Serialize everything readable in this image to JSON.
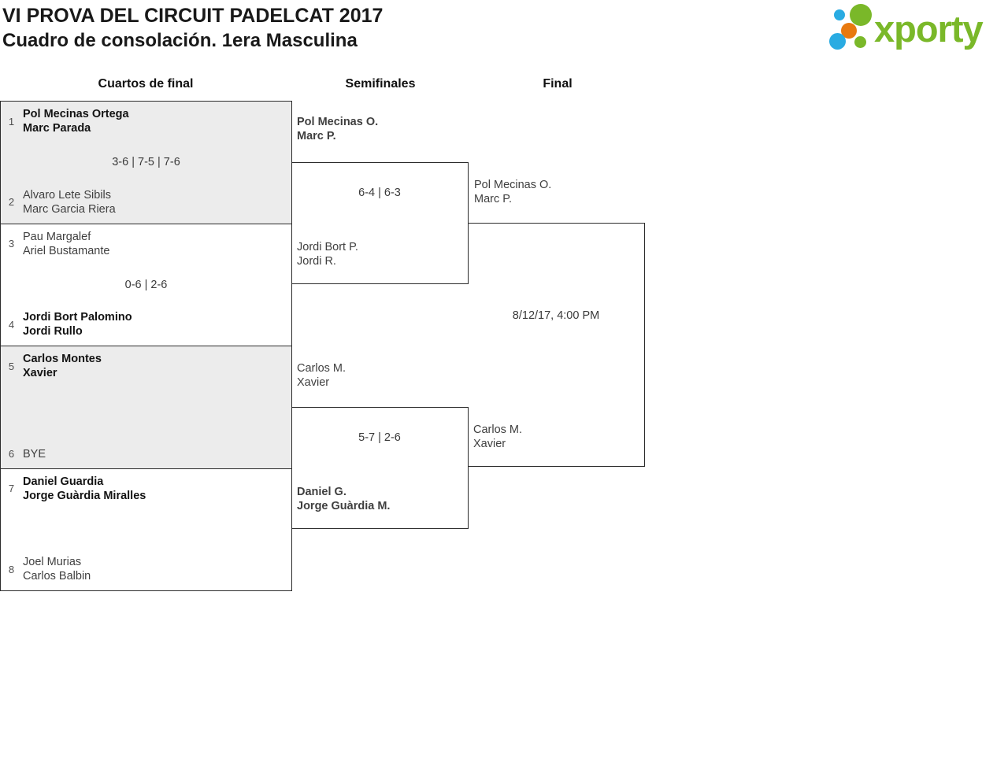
{
  "header": {
    "title_line1": "VI PROVA DEL CIRCUIT PADELCAT 2017",
    "title_line2": "Cuadro de consolación. 1era Masculina",
    "logo": {
      "text": "xporty",
      "green": "#7ab829",
      "blue": "#29abe2",
      "orange": "#e8790f"
    }
  },
  "round_headers": {
    "quarterfinals": "Cuartos de final",
    "semifinals": "Semifinales",
    "final": "Final"
  },
  "quarterfinals": [
    {
      "seed_top": "1",
      "team_top_line1": "Pol Mecinas Ortega",
      "team_top_line2": "Marc Parada",
      "top_winner": true,
      "score": "3-6 | 7-5 | 7-6",
      "seed_bottom": "2",
      "team_bottom_line1": "Alvaro Lete Sibils",
      "team_bottom_line2": "Marc Garcia Riera",
      "bottom_winner": false
    },
    {
      "seed_top": "3",
      "team_top_line1": "Pau Margalef",
      "team_top_line2": "Ariel Bustamante",
      "top_winner": false,
      "score": "0-6 | 2-6",
      "seed_bottom": "4",
      "team_bottom_line1": "Jordi Bort Palomino",
      "team_bottom_line2": "Jordi Rullo",
      "bottom_winner": true
    },
    {
      "seed_top": "5",
      "team_top_line1": "Carlos Montes",
      "team_top_line2": "Xavier",
      "top_winner": true,
      "score": "",
      "seed_bottom": "6",
      "team_bottom_line1": "BYE",
      "team_bottom_line2": "",
      "bottom_winner": false
    },
    {
      "seed_top": "7",
      "team_top_line1": "Daniel Guardia",
      "team_top_line2": "Jorge Guàrdia Miralles",
      "top_winner": true,
      "score": "",
      "seed_bottom": "8",
      "team_bottom_line1": "Joel Murias",
      "team_bottom_line2": "Carlos Balbin",
      "bottom_winner": false
    }
  ],
  "semifinals": [
    {
      "team_top_line1": "Pol Mecinas O.",
      "team_top_line2": "Marc P.",
      "top_winner": true,
      "score": "6-4 | 6-3",
      "team_bottom_line1": "Jordi Bort P.",
      "team_bottom_line2": "Jordi R.",
      "bottom_winner": false
    },
    {
      "team_top_line1": "Carlos M.",
      "team_top_line2": "Xavier",
      "top_winner": false,
      "score": "5-7 | 2-6",
      "team_bottom_line1": "Daniel G.",
      "team_bottom_line2": "Jorge Guàrdia M.",
      "bottom_winner": true
    }
  ],
  "final": {
    "team_top_line1": "Pol Mecinas O.",
    "team_top_line2": "Marc P.",
    "schedule": "8/12/17, 4:00 PM",
    "team_bottom_line1": "Carlos M.",
    "team_bottom_line2": "Xavier"
  },
  "colors": {
    "shaded_row": "#ececec",
    "border": "#2b2b2b",
    "winner_text": "#131313",
    "regular_text": "#3f3f3f",
    "seed_text": "#4d4d4d",
    "logo_green": "#7ab829"
  }
}
